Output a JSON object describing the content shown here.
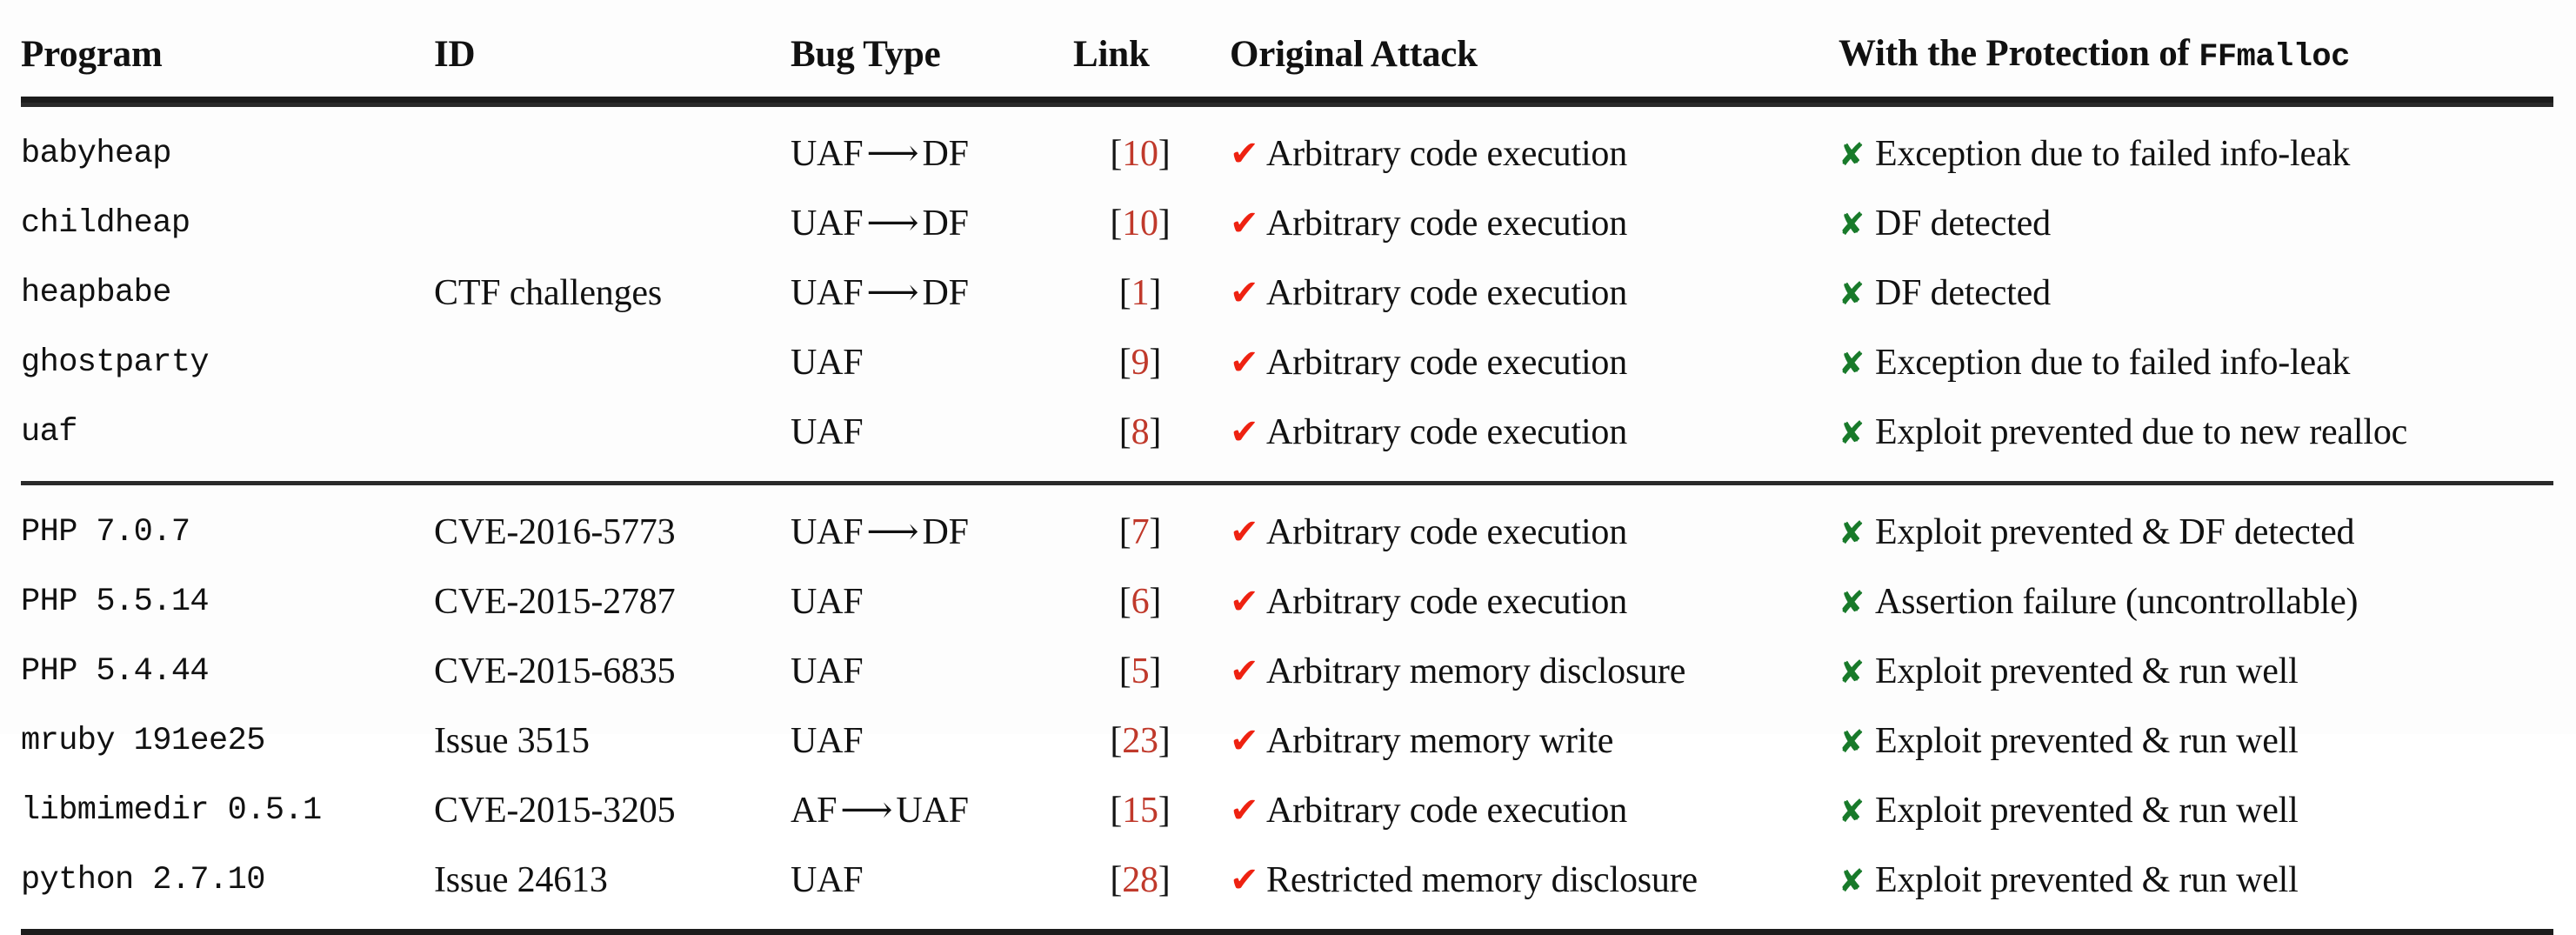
{
  "table": {
    "columns": [
      {
        "key": "program",
        "label": "Program"
      },
      {
        "key": "id",
        "label": "ID"
      },
      {
        "key": "bug_type",
        "label": "Bug Type"
      },
      {
        "key": "link",
        "label": "Link"
      },
      {
        "key": "original_attack",
        "label": "Original Attack"
      },
      {
        "key": "protection",
        "label_prefix": "With the Protection of ",
        "label_mono": "FFmalloc"
      }
    ],
    "marks": {
      "check_glyph": "✔",
      "cross_glyph": "✘",
      "check_color": "#ee2211",
      "cross_color": "#187a2a",
      "ref_color": "#c0392b"
    },
    "groups": [
      {
        "name": "ctf-challenges",
        "id_label": "CTF challenges",
        "id_label_row": 2,
        "rows": [
          {
            "program": "babyheap",
            "id": "",
            "bug_type_from": "UAF",
            "bug_type_arrow": "⟶",
            "bug_type_to": "DF",
            "link": "10",
            "original_attack": "Arbitrary code execution",
            "protection": "Exception due to failed info-leak"
          },
          {
            "program": "childheap",
            "id": "",
            "bug_type_from": "UAF",
            "bug_type_arrow": "⟶",
            "bug_type_to": "DF",
            "link": "10",
            "original_attack": "Arbitrary code execution",
            "protection": "DF detected"
          },
          {
            "program": "heapbabe",
            "id": "CTF challenges",
            "bug_type_from": "UAF",
            "bug_type_arrow": "⟶",
            "bug_type_to": "DF",
            "link": "1",
            "original_attack": "Arbitrary code execution",
            "protection": "DF detected"
          },
          {
            "program": "ghostparty",
            "id": "",
            "bug_type_from": "UAF",
            "bug_type_arrow": "",
            "bug_type_to": "",
            "link": "9",
            "original_attack": "Arbitrary code execution",
            "protection": "Exception due to failed info-leak"
          },
          {
            "program": "uaf",
            "id": "",
            "bug_type_from": "UAF",
            "bug_type_arrow": "",
            "bug_type_to": "",
            "link": "8",
            "original_attack": "Arbitrary code execution",
            "protection": "Exploit prevented due to new realloc"
          }
        ]
      },
      {
        "name": "real-world-programs",
        "rows": [
          {
            "program": "PHP 7.0.7",
            "id": "CVE-2016-5773",
            "bug_type_from": "UAF",
            "bug_type_arrow": "⟶",
            "bug_type_to": "DF",
            "link": "7",
            "original_attack": "Arbitrary code execution",
            "protection": "Exploit prevented & DF detected"
          },
          {
            "program": "PHP 5.5.14",
            "id": "CVE-2015-2787",
            "bug_type_from": "UAF",
            "bug_type_arrow": "",
            "bug_type_to": "",
            "link": "6",
            "original_attack": "Arbitrary code execution",
            "protection": "Assertion failure (uncontrollable)"
          },
          {
            "program": "PHP 5.4.44",
            "id": "CVE-2015-6835",
            "bug_type_from": "UAF",
            "bug_type_arrow": "",
            "bug_type_to": "",
            "link": "5",
            "original_attack": "Arbitrary memory disclosure",
            "protection": "Exploit prevented & run well"
          },
          {
            "program": "mruby 191ee25",
            "id": "Issue 3515",
            "bug_type_from": "UAF",
            "bug_type_arrow": "",
            "bug_type_to": "",
            "link": "23",
            "original_attack": "Arbitrary memory write",
            "protection": "Exploit prevented & run well"
          },
          {
            "program": "libmimedir 0.5.1",
            "id": "CVE-2015-3205",
            "bug_type_from": "AF",
            "bug_type_arrow": "⟶",
            "bug_type_to": "UAF",
            "link": "15",
            "original_attack": "Arbitrary code execution",
            "protection": "Exploit prevented & run well"
          },
          {
            "program": "python 2.7.10",
            "id": "Issue 24613",
            "bug_type_from": "UAF",
            "bug_type_arrow": "",
            "bug_type_to": "",
            "link": "28",
            "original_attack": "Restricted memory disclosure",
            "protection": "Exploit prevented & run well"
          }
        ]
      }
    ]
  }
}
